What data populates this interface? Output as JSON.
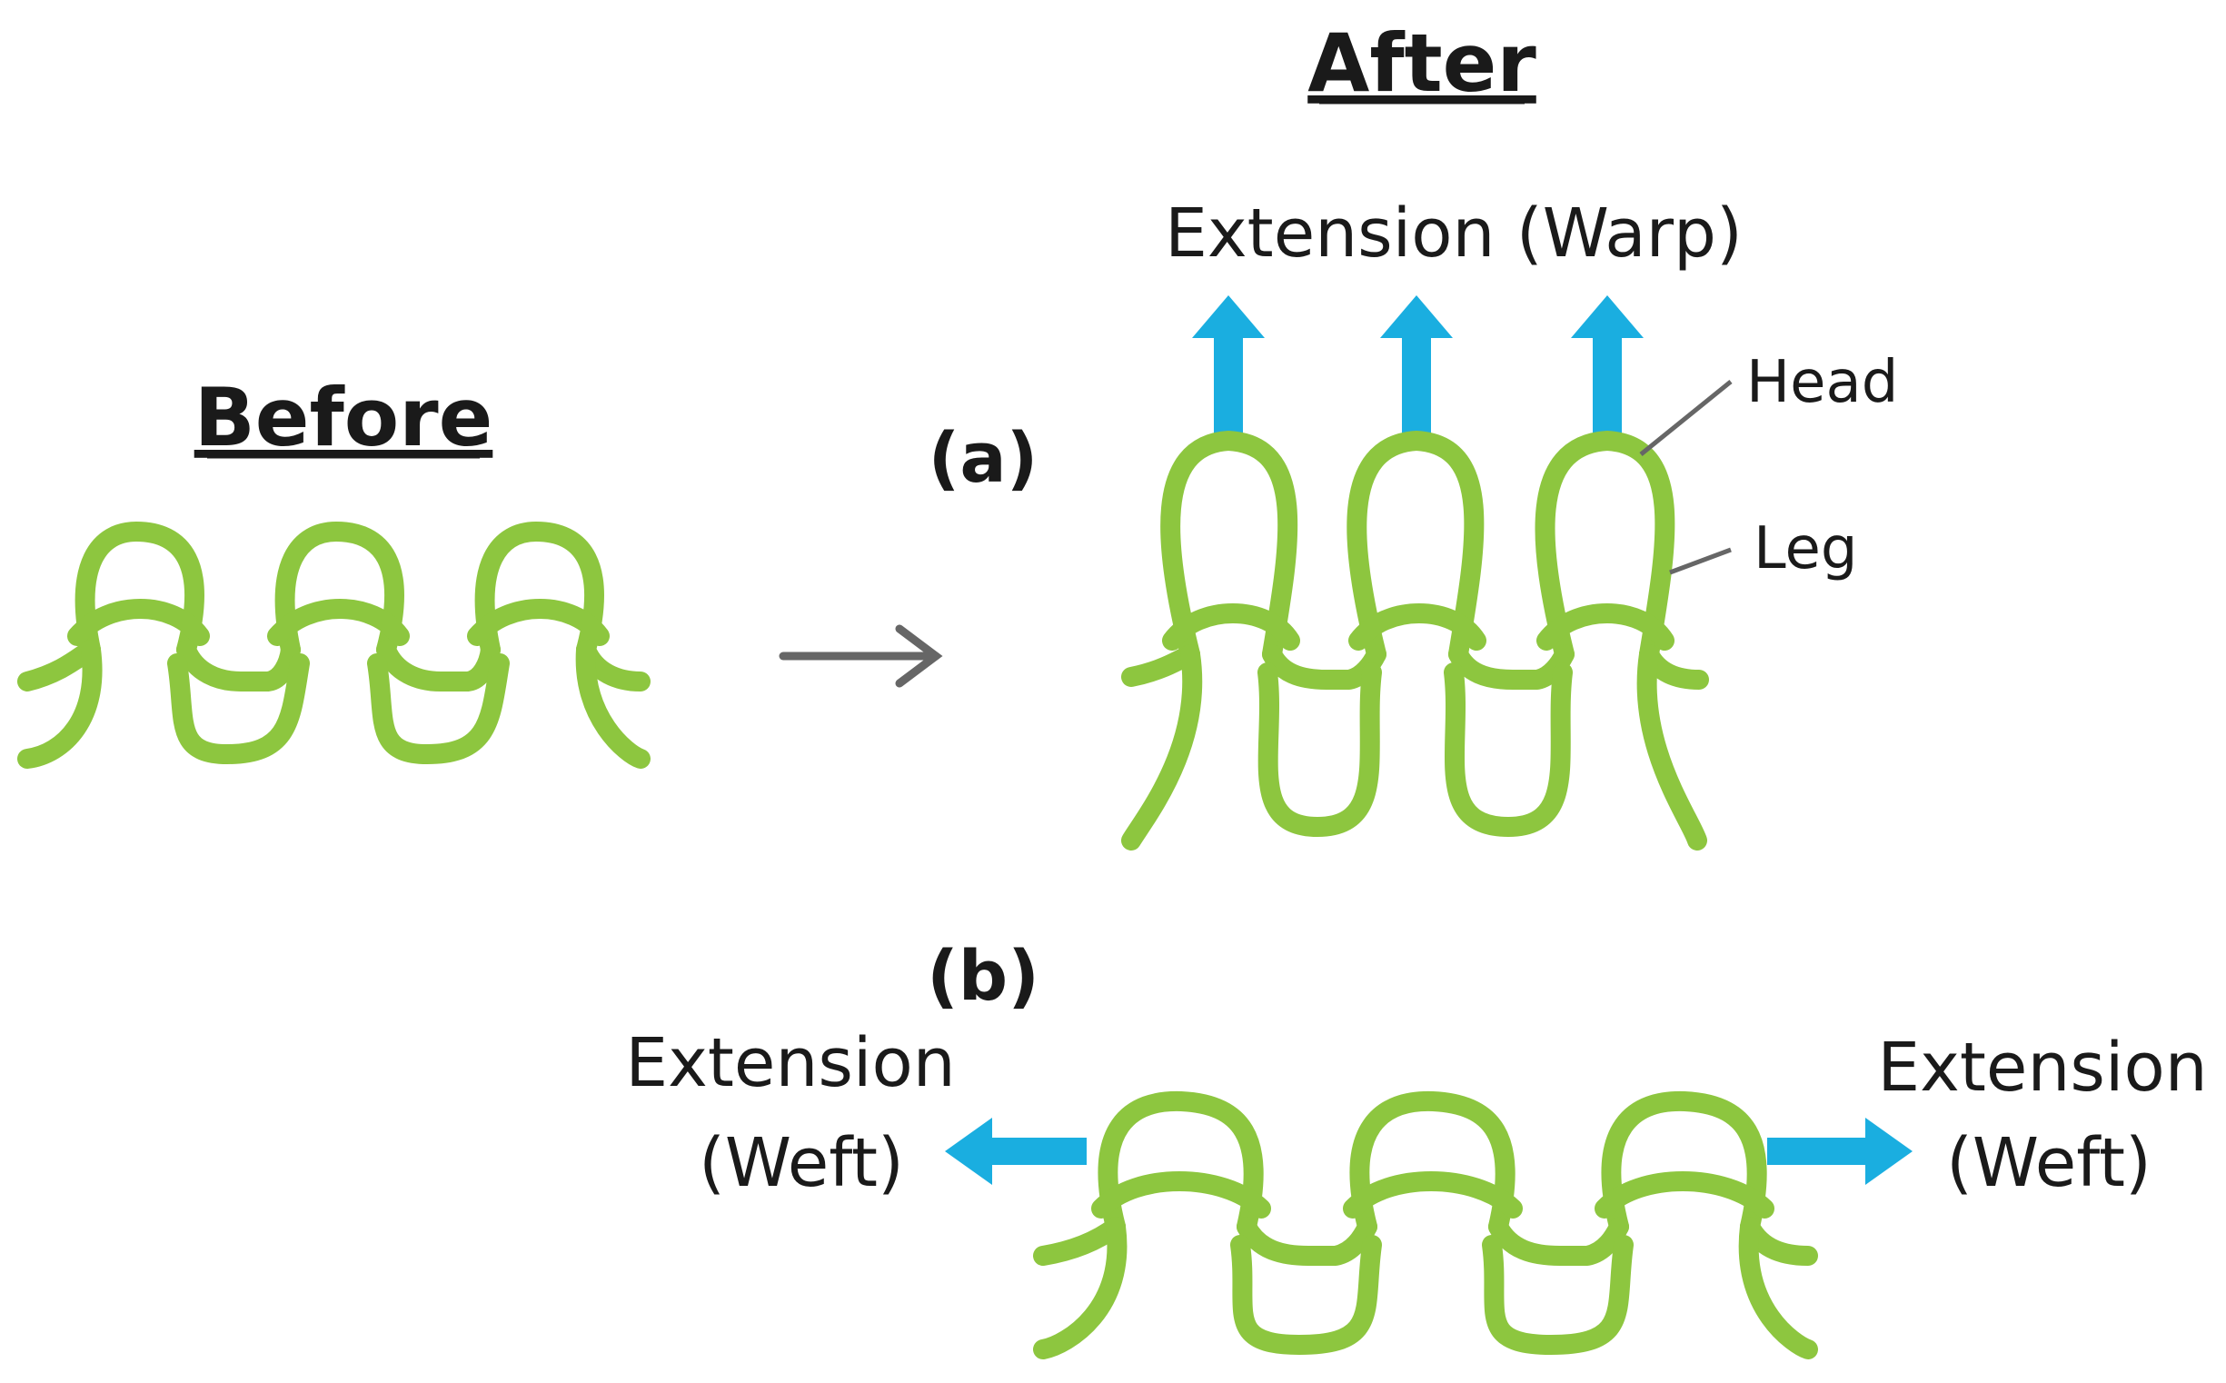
{
  "headings": {
    "before": "Before",
    "after": "After"
  },
  "panels": {
    "a": "(a)",
    "b": "(b)"
  },
  "labels": {
    "warp": "Extension (Warp)",
    "head": "Head",
    "leg": "Leg",
    "weft_left_1": "Extension",
    "weft_left_2": "(Weft)",
    "weft_right_1": "Extension",
    "weft_right_2": "(Weft)"
  },
  "colors": {
    "yarn": "#8dc63f",
    "arrow": "#1aaee0",
    "pointer": "#666666",
    "text": "#1a1a1a"
  }
}
